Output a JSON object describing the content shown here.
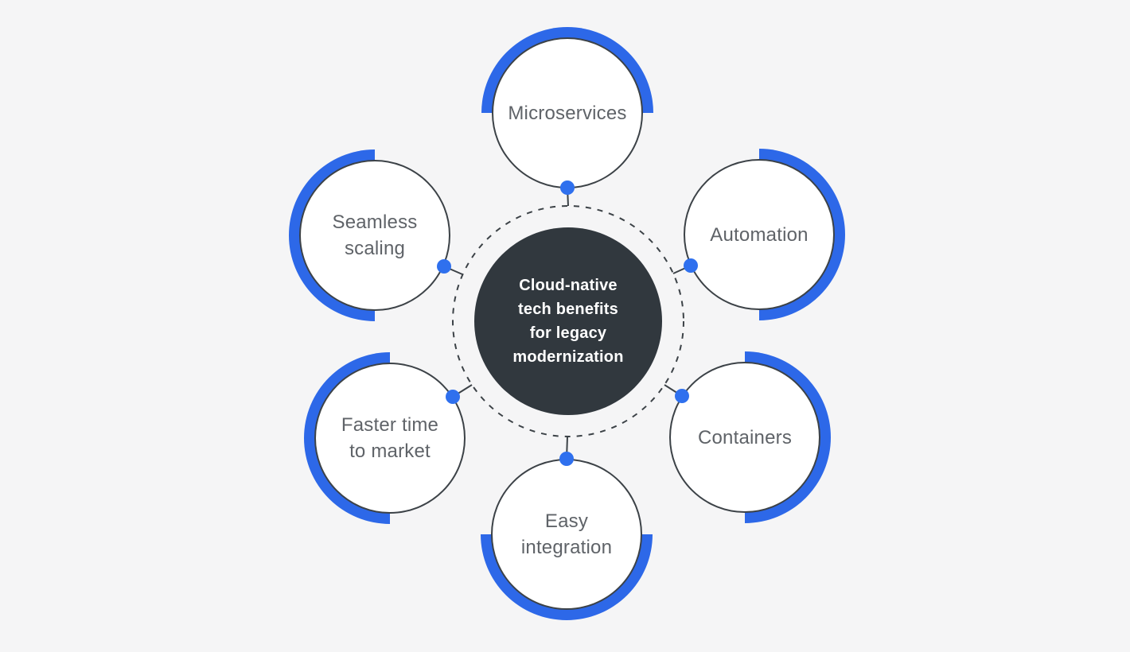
{
  "center": {
    "label": "Cloud-native tech benefits for legacy modernization",
    "lines": [
      "Cloud-native",
      "tech benefits",
      "for legacy",
      "modernization"
    ]
  },
  "satellites": [
    {
      "label": "Microservices",
      "lines": [
        "Microservices"
      ],
      "arc_side": "top"
    },
    {
      "label": "Automation",
      "lines": [
        "Automation"
      ],
      "arc_side": "right"
    },
    {
      "label": "Containers",
      "lines": [
        "Containers"
      ],
      "arc_side": "right"
    },
    {
      "label": "Easy integration",
      "lines": [
        "Easy",
        "integration"
      ],
      "arc_side": "bottom"
    },
    {
      "label": "Faster time to market",
      "lines": [
        "Faster time",
        "to market"
      ],
      "arc_side": "left"
    },
    {
      "label": "Seamless scaling",
      "lines": [
        "Seamless",
        "scaling"
      ],
      "arc_side": "left"
    }
  ],
  "colors": {
    "background": "#f5f5f6",
    "accent": "#2d68e8",
    "dot_color": "#2f70ee",
    "center_fill": "#31383e",
    "circle_fill": "#ffffff",
    "line_color": "#3c4247",
    "label_text": "#5f6368",
    "center_text": "#ffffff"
  }
}
